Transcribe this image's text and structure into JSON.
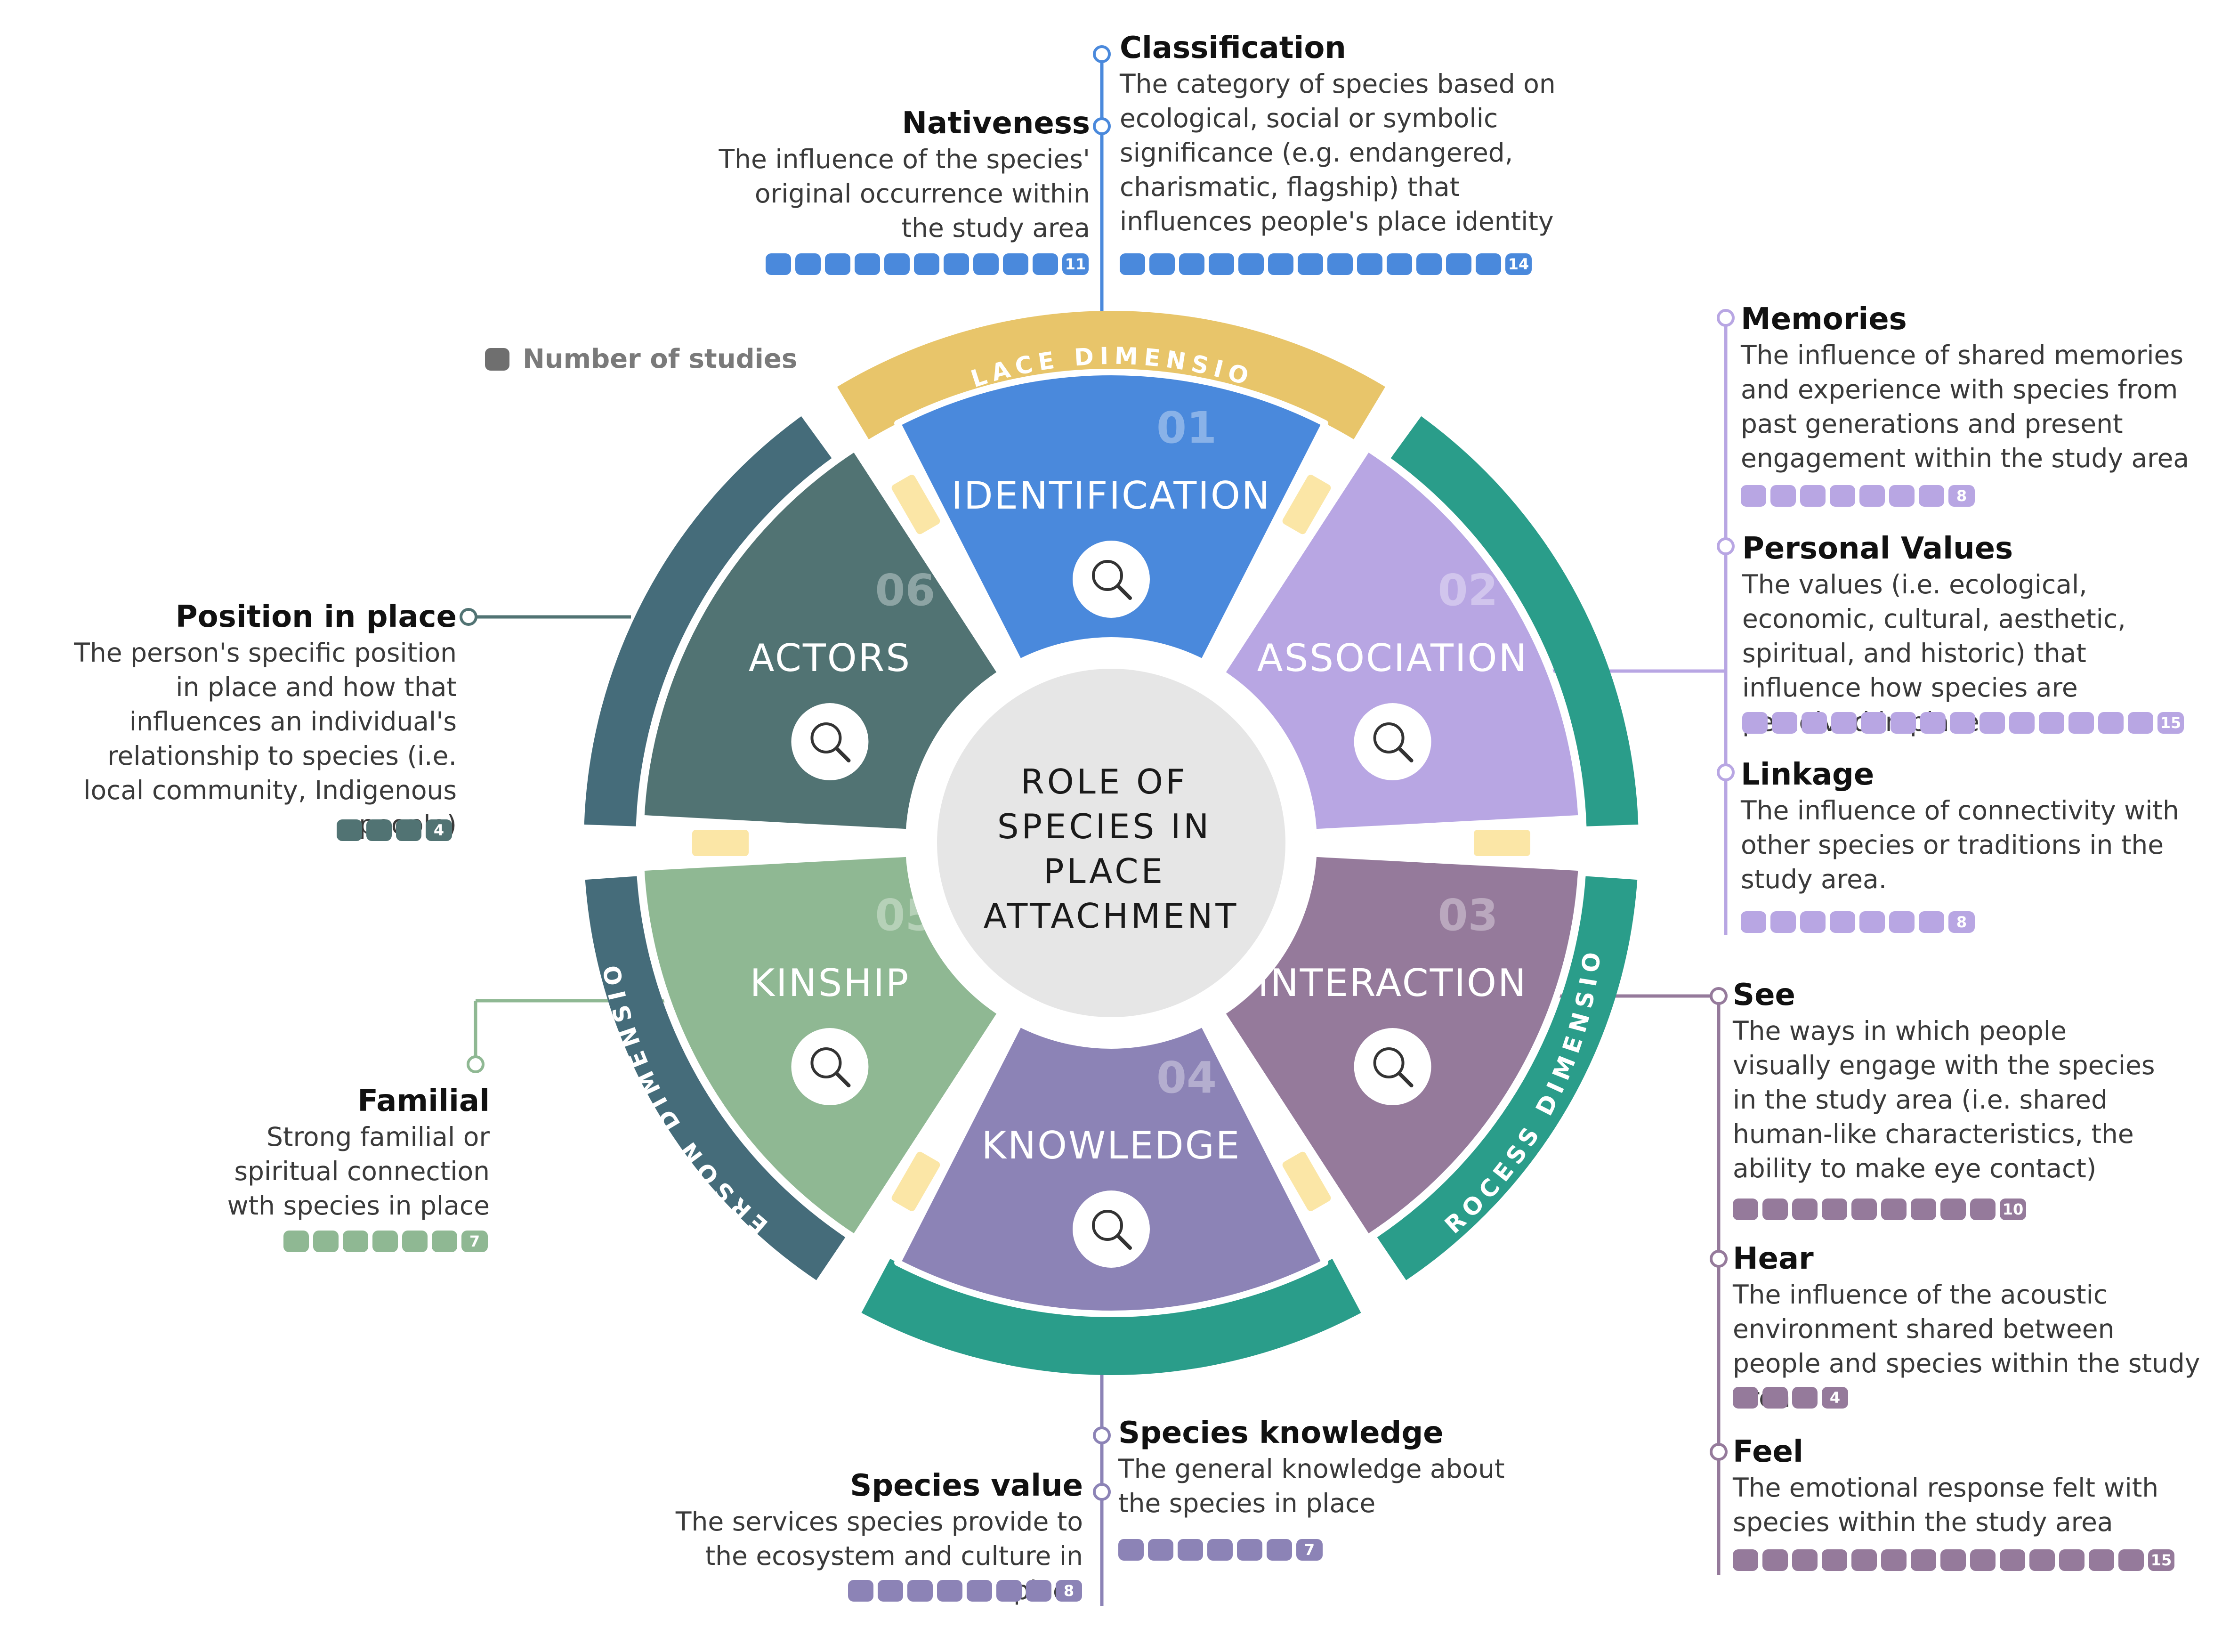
{
  "center_title": [
    "ROLE OF",
    "SPECIES IN",
    "PLACE",
    "ATTACHMENT"
  ],
  "legend_label": "Number of studies",
  "dimensions": {
    "place": "PLACE DIMENSION",
    "person": "PERSON DIMENSION",
    "process": "PROCESS DIMENSION"
  },
  "segments": [
    {
      "num": "01",
      "label": "IDENTIFICATION",
      "icon": "magnifier-icon",
      "color": "#4a89dc"
    },
    {
      "num": "02",
      "label": "ASSOCIATION",
      "icon": "heart-hand-icon",
      "color": "#b8a6e3"
    },
    {
      "num": "03",
      "label": "INTERACTION",
      "icon": "exchange-arrows-icon",
      "color": "#957a9b"
    },
    {
      "num": "04",
      "label": "KNOWLEDGE",
      "icon": "brain-head-icon",
      "color": "#8c83b6"
    },
    {
      "num": "05",
      "label": "KINSHIP",
      "icon": "cycle-hands-icon",
      "color": "#8fb893"
    },
    {
      "num": "06",
      "label": "ACTORS",
      "icon": "people-icon",
      "color": "#517373"
    }
  ],
  "annotations": {
    "classification": {
      "title": "Classification",
      "desc": "The category of species based on ecological, social or symbolic significance (e.g. endangered, charismatic, flagship) that influences people's place identity",
      "count": 14,
      "color": "#4a89dc"
    },
    "nativeness": {
      "title": "Nativeness",
      "desc": "The influence of the species' original occurrence within the study area",
      "count": 11,
      "color": "#4a89dc"
    },
    "memories": {
      "title": "Memories",
      "desc": "The influence of shared memories and experience with species from past generations and present engagement within the study area",
      "count": 8,
      "color": "#b8a6e3"
    },
    "personal_values": {
      "title": "Personal Values",
      "desc": "The values (i.e. ecological, economic, cultural, aesthetic, spiritual, and historic) that influence how species are perceived in place",
      "count": 15,
      "color": "#b8a6e3"
    },
    "linkage": {
      "title": "Linkage",
      "desc": "The influence of connectivity with other species or traditions in the study area.",
      "count": 8,
      "color": "#b8a6e3"
    },
    "see": {
      "title": "See",
      "desc": "The ways in which people visually engage with the species in the study area (i.e. shared human-like characteristics, the ability to make eye contact)",
      "count": 10,
      "color": "#957a9b"
    },
    "hear": {
      "title": "Hear",
      "desc": "The influence of the acoustic environment shared between people and species within the study area",
      "count": 4,
      "color": "#957a9b"
    },
    "feel": {
      "title": "Feel",
      "desc": "The emotional response felt with species within the study area",
      "count": 15,
      "color": "#957a9b"
    },
    "species_knowledge": {
      "title": "Species knowledge",
      "desc": "The general knowledge about the species in place",
      "count": 7,
      "color": "#8c83b6"
    },
    "species_value": {
      "title": "Species value",
      "desc": "The services species provide to the ecosystem and culture in place",
      "count": 8,
      "color": "#8c83b6"
    },
    "familial": {
      "title": "Familial",
      "desc": "Strong familial or spiritual connection wth species in place",
      "count": 7,
      "color": "#8fb893"
    },
    "position_in_place": {
      "title": "Position in place",
      "desc": "The person's specific position in place and how that influences an individual's relationship to species (i.e. local community, Indigenous people)",
      "count": 4,
      "color": "#517373"
    }
  }
}
